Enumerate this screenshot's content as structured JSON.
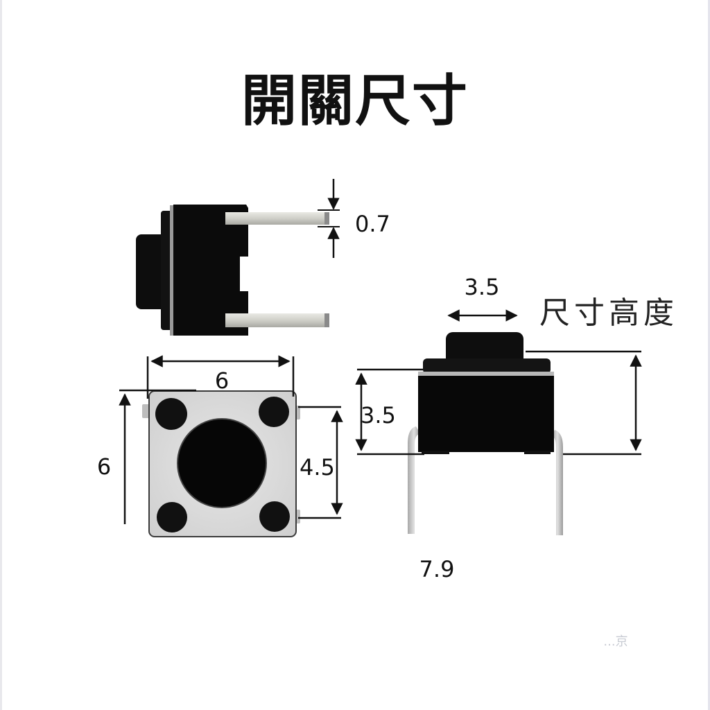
{
  "title": "開關尺寸",
  "side_view": {
    "pin_thickness_label": "0.7"
  },
  "top_view": {
    "width_label": "6",
    "height_label": "6",
    "pin_spacing_label": "4.5"
  },
  "front_view": {
    "button_width_label": "3.5",
    "height_note": "尺寸高度",
    "body_height_label": "3.5",
    "pin_pitch_label": "7.9"
  },
  "watermark": "...京",
  "colors": {
    "body": "#0b0b0b",
    "plate": "#d9d9d9",
    "pin": "#cfcfc8",
    "line": "#111111"
  }
}
